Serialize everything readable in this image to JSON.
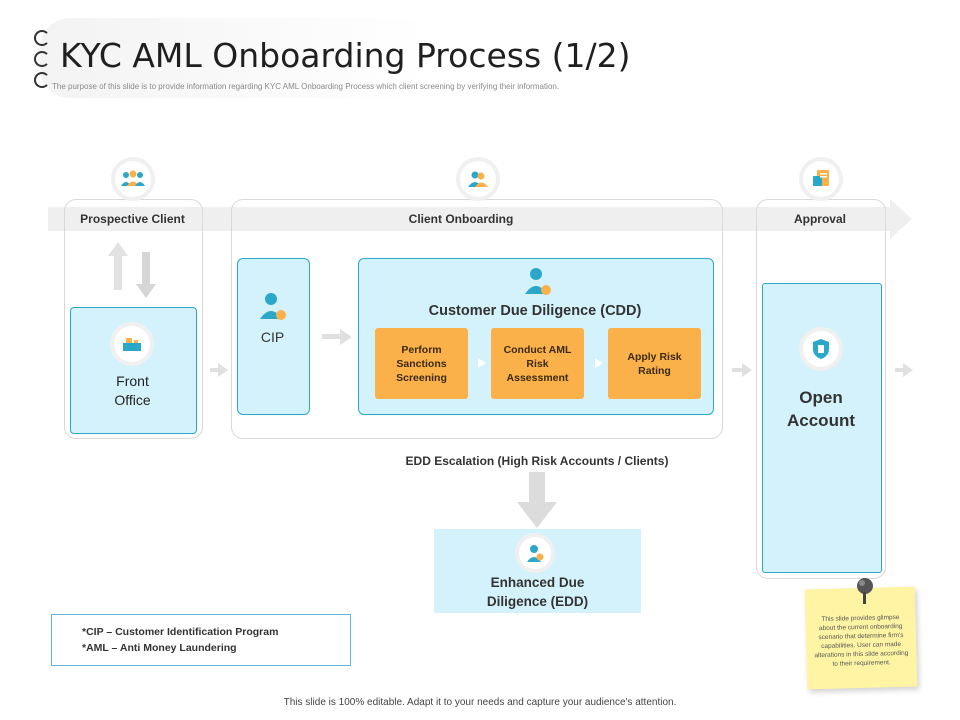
{
  "title": "KYC AML Onboarding Process (1/2)",
  "subtitle": "The purpose of this slide is to provide information regarding KYC AML Onboarding Process which client screening by verifying their information.",
  "stages": {
    "prospective": "Prospective Client",
    "onboarding": "Client Onboarding",
    "approval": "Approval"
  },
  "front_office": {
    "line1": "Front",
    "line2": "Office"
  },
  "cip": "CIP",
  "cdd": {
    "title": "Customer Due Diligence (CDD)",
    "steps": [
      {
        "lines": [
          "Perform",
          "Sanctions",
          "Screening"
        ]
      },
      {
        "lines": [
          "Conduct AML",
          "Risk",
          "Assessment"
        ]
      },
      {
        "lines": [
          "Apply Risk",
          "Rating"
        ]
      }
    ]
  },
  "open_account": {
    "line1": "Open",
    "line2": "Account"
  },
  "edd_escalation": "EDD Escalation (High Risk Accounts / Clients)",
  "edd": {
    "line1": "Enhanced Due",
    "line2": "Diligence (EDD)"
  },
  "legend": [
    "*CIP – Customer Identification Program",
    "*AML – Anti Money Laundering"
  ],
  "note": "This slide provides glimpse about the current onboarding scenario that determine firm's capabilities. User can made alterations in this slide according to their requirement.",
  "footer": "This slide is 100% editable. Adapt it to your needs and capture your audience's attention.",
  "colors": {
    "cyan_fill": "#d4f2fb",
    "cyan_border": "#2aa7c9",
    "orange": "#fbb149",
    "note": "#fef4a3"
  }
}
